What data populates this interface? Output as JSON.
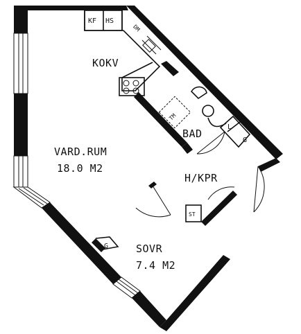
{
  "rooms": {
    "kitchen": "KOKV",
    "living": "VARD.RUM",
    "living_area": "18.0 M2",
    "bath": "BAD",
    "hall": "H/KPR",
    "bedroom": "SOVR",
    "bedroom_area": "7.4 M2"
  },
  "fixtures": {
    "fridge": "KF",
    "freezer": "HS",
    "dishwasher": "DM",
    "dryer": "TM",
    "closet_l": "L",
    "closet_g_hall": "G",
    "storage": "ST",
    "closet_g_bedroom": "G"
  },
  "colors": {
    "wall": "#111111",
    "paper": "#ffffff"
  }
}
